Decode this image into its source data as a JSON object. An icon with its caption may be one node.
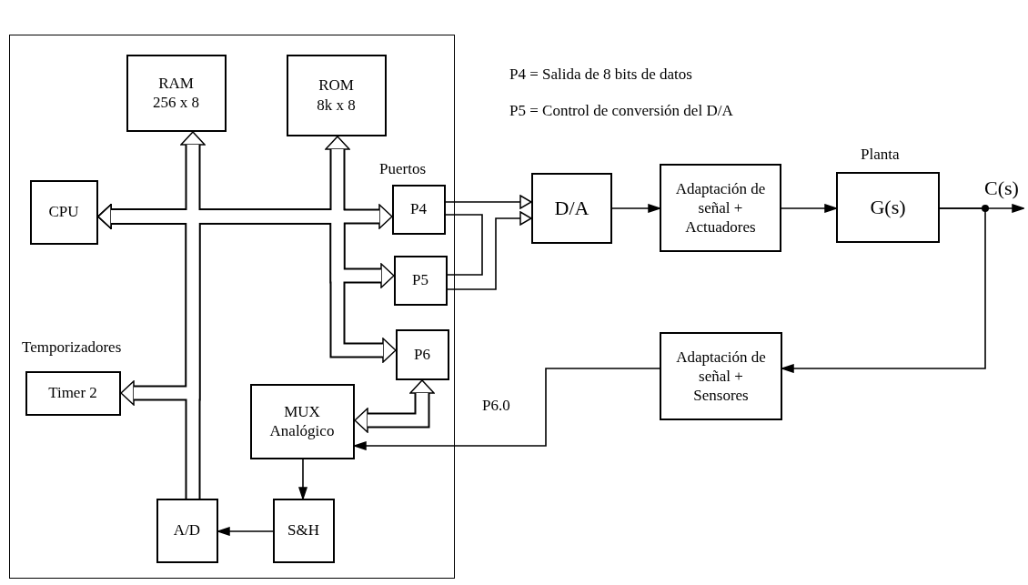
{
  "diagram": {
    "nodes": [
      {
        "text": [],
        "shape": "box"
      },
      {
        "text": [
          "RAM",
          "256 x 8"
        ],
        "in": 0
      },
      {
        "text": [
          "ROM",
          "8k x 8"
        ],
        "in": 0
      },
      {
        "text": [
          "CPU"
        ],
        "in": 0
      },
      {
        "text": [
          "P4"
        ],
        "in": 0
      },
      {
        "text": [
          "P5"
        ],
        "in": 0
      },
      {
        "text": [
          "P6"
        ],
        "in": 0
      },
      {
        "text": [
          "Timer 2"
        ],
        "in": 0,
        "beside": [
          "Temporizadores"
        ]
      },
      {
        "text": [
          "MUX Analógico"
        ],
        "in": 0
      },
      {
        "text": [
          "A/D"
        ],
        "in": 0
      },
      {
        "text": [
          "S&H"
        ],
        "in": 0
      },
      {
        "text": [
          "D/A"
        ]
      },
      {
        "text": [
          "Adaptación de señal + Actuadores"
        ]
      },
      {
        "text": [
          "G(s)"
        ],
        "beside": [
          "Planta"
        ]
      },
      {
        "text": [
          "Adaptación de señal + Sensores"
        ]
      }
    ],
    "edges": [
      {
        "from": 3,
        "to": 1,
        "arrow": "both",
        "style": "thick"
      },
      {
        "from": 3,
        "to": 2,
        "arrow": "both",
        "style": "thick"
      },
      {
        "from": 3,
        "to": 4,
        "arrow": "both",
        "style": "thick"
      },
      {
        "from": 3,
        "to": 5,
        "arrow": "both",
        "style": "thick"
      },
      {
        "from": 3,
        "to": 6,
        "arrow": "both",
        "style": "thick"
      },
      {
        "from": 3,
        "to": 7,
        "arrow": "both",
        "style": "thick"
      },
      {
        "from": 9,
        "to": 3,
        "arrow": "to",
        "style": "thick"
      },
      {
        "from": 6,
        "to": 8,
        "arrow": "both",
        "style": "thick"
      },
      {
        "from": 4,
        "to": 11,
        "arrow": "to"
      },
      {
        "from": 5,
        "to": 11,
        "arrow": "to"
      },
      {
        "from": 4,
        "to": 5,
        "arrow": "none"
      },
      {
        "from": 11,
        "to": 12,
        "arrow": "to"
      },
      {
        "from": 12,
        "to": 13,
        "arrow": "to"
      },
      {
        "from": 13,
        "to": null,
        "arrow": "to",
        "label": "C(s)"
      },
      {
        "from": 13,
        "to": 14,
        "arrow": "to"
      },
      {
        "from": 14,
        "to": 8,
        "arrow": "to",
        "label": "P6.0"
      },
      {
        "from": 8,
        "to": 10,
        "arrow": "to"
      },
      {
        "from": 10,
        "to": 9,
        "arrow": "to"
      }
    ],
    "labels": [
      "P4 = Salida de 8 bits de datos",
      "P5 = Control de conversión del D/A",
      "Puertos"
    ]
  }
}
